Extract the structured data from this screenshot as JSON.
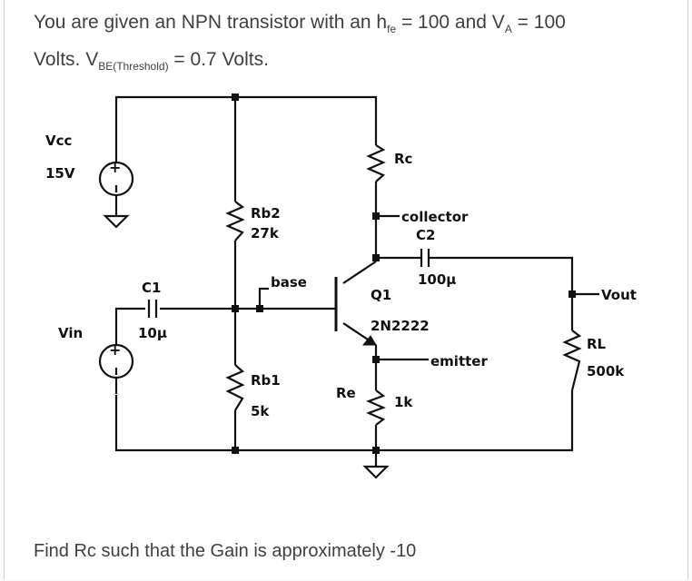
{
  "problem": {
    "intro": "You are given an NPN transistor with an h",
    "hfe_sub": "fe",
    "hfe_value": " = 100 and V",
    "va_sub": "A",
    "va_value": " = 100",
    "line2_start": "Volts. V",
    "vbe_sub": "BE(Threshold)",
    "vbe_value": " = 0.7 Volts."
  },
  "question": "Find Rc such that the Gain is approximately -10",
  "circuit": {
    "vcc_label": "Vcc",
    "vcc_value": "15V",
    "vin_label": "Vin",
    "c1_label": "C1",
    "c1_value": "10µ",
    "rb2_label": "Rb2",
    "rb2_value": "27k",
    "rb1_label": "Rb1",
    "rb1_value": "5k",
    "rc_label": "Rc",
    "re_label": "Re",
    "re_value": "1k",
    "collector_label": "collector",
    "c2_label": "C2",
    "c2_value": "100µ",
    "base_label": "base",
    "emitter_label": "emitter",
    "q1_label": "Q1",
    "q1_part": "2N2222",
    "vout_label": "Vout",
    "rl_label": "RL",
    "rl_value": "500k",
    "plus_sign": "+"
  }
}
